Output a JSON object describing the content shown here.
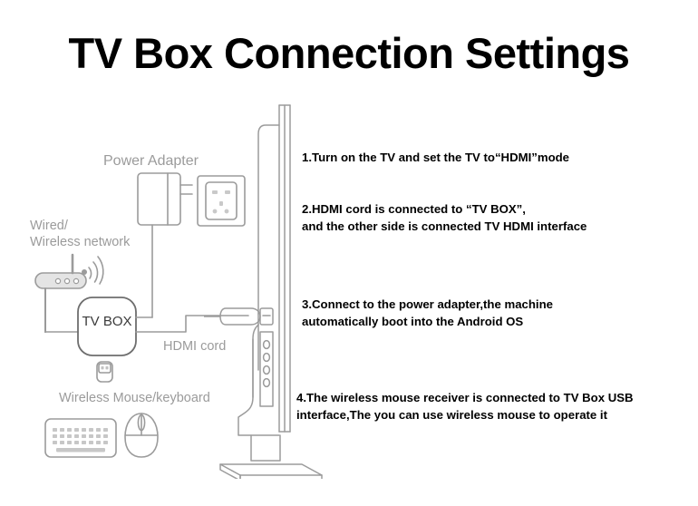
{
  "page": {
    "title": "TV Box Connection Settings",
    "background_color": "#ffffff",
    "line_color": "#9b9b9b",
    "label_color": "#9b9b9b",
    "text_color": "#000000"
  },
  "diagram": {
    "labels": {
      "power_adapter": "Power Adapter",
      "network_line1": "Wired/",
      "network_line2": "Wireless network",
      "tv_box": "TV BOX",
      "hdmi_cord": "HDMI cord",
      "wireless_mouse_keyboard": "Wireless Mouse/keyboard"
    },
    "icons": [
      "power-adapter-icon",
      "wall-socket-icon",
      "wifi-router-icon",
      "tv-box-icon",
      "usb-dongle-icon",
      "keyboard-icon",
      "mouse-icon",
      "television-side-view-icon",
      "hdmi-connector-icon"
    ]
  },
  "steps": [
    {
      "number": "1",
      "lines": [
        "1.Turn on the TV and set the TV to“HDMI”mode"
      ]
    },
    {
      "number": "2",
      "lines": [
        "2.HDMI cord is connected to “TV BOX”,",
        "and the other side is connected TV HDMI interface"
      ]
    },
    {
      "number": "3",
      "lines": [
        "3.Connect to the power adapter,the machine",
        "automatically boot into the Android OS"
      ]
    },
    {
      "number": "4",
      "lines": [
        "4.The wireless mouse receiver is connected to TV Box USB",
        "interface,The you can use wireless mouse to operate it"
      ]
    }
  ]
}
